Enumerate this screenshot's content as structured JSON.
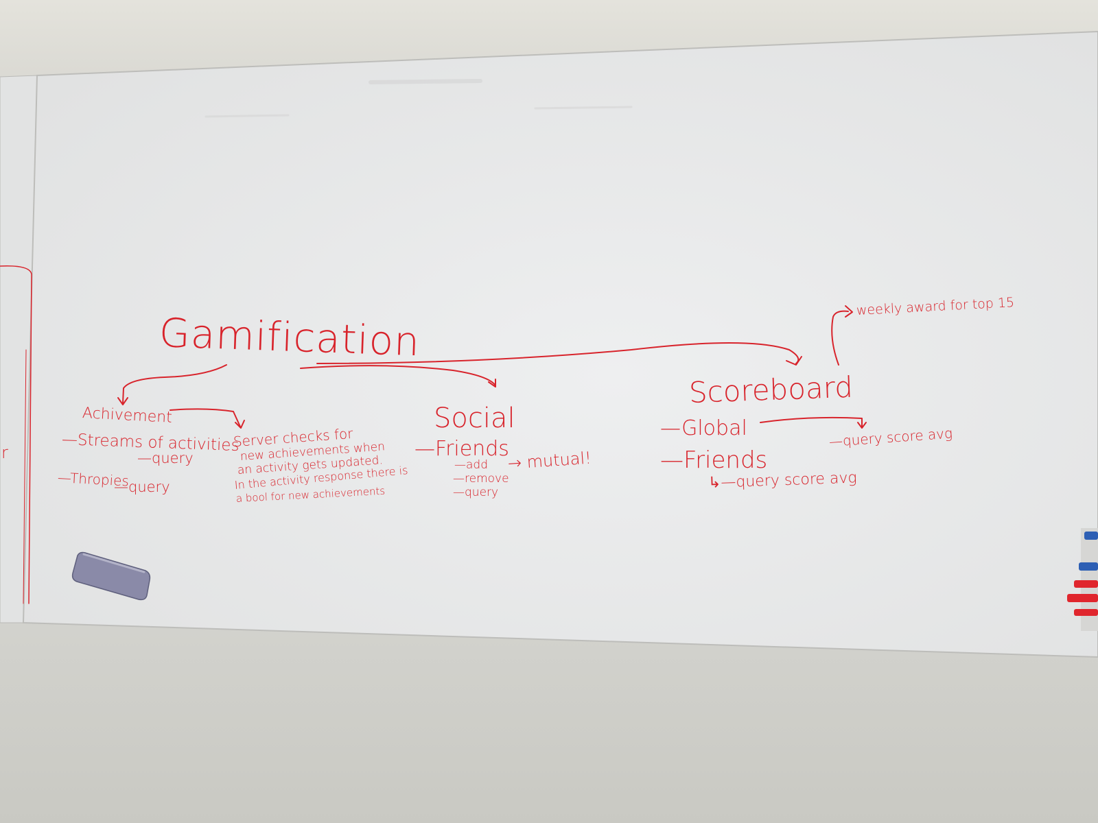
{
  "whiteboard": {
    "ink_color": "#d8232b",
    "board_color": "#e9eaea",
    "wall_color": "#dcdbd6",
    "center": {
      "title": "Gamification"
    },
    "achievement": {
      "heading": "Achivement",
      "line1": "—Streams of activities",
      "line1_query": "—query",
      "line2": "—Thropies",
      "line2_query": "—query"
    },
    "server_note": {
      "line1": "Server checks for",
      "line2": "new achievements when",
      "line3": "an activity gets updated.",
      "line4": "In the activity response there is",
      "line5": "a bool for new achievements"
    },
    "social": {
      "heading": "Social",
      "friends": "—Friends",
      "add": "—add",
      "mutual": "→ mutual!",
      "remove": "—remove",
      "query": "—query"
    },
    "scoreboard": {
      "heading": "Scoreboard",
      "global": "—Global",
      "global_query": "—query score avg",
      "friends": "—Friends",
      "friends_query": "↳—query score avg",
      "weekly": "weekly award for top 15"
    },
    "left_edge_letter": "r"
  }
}
